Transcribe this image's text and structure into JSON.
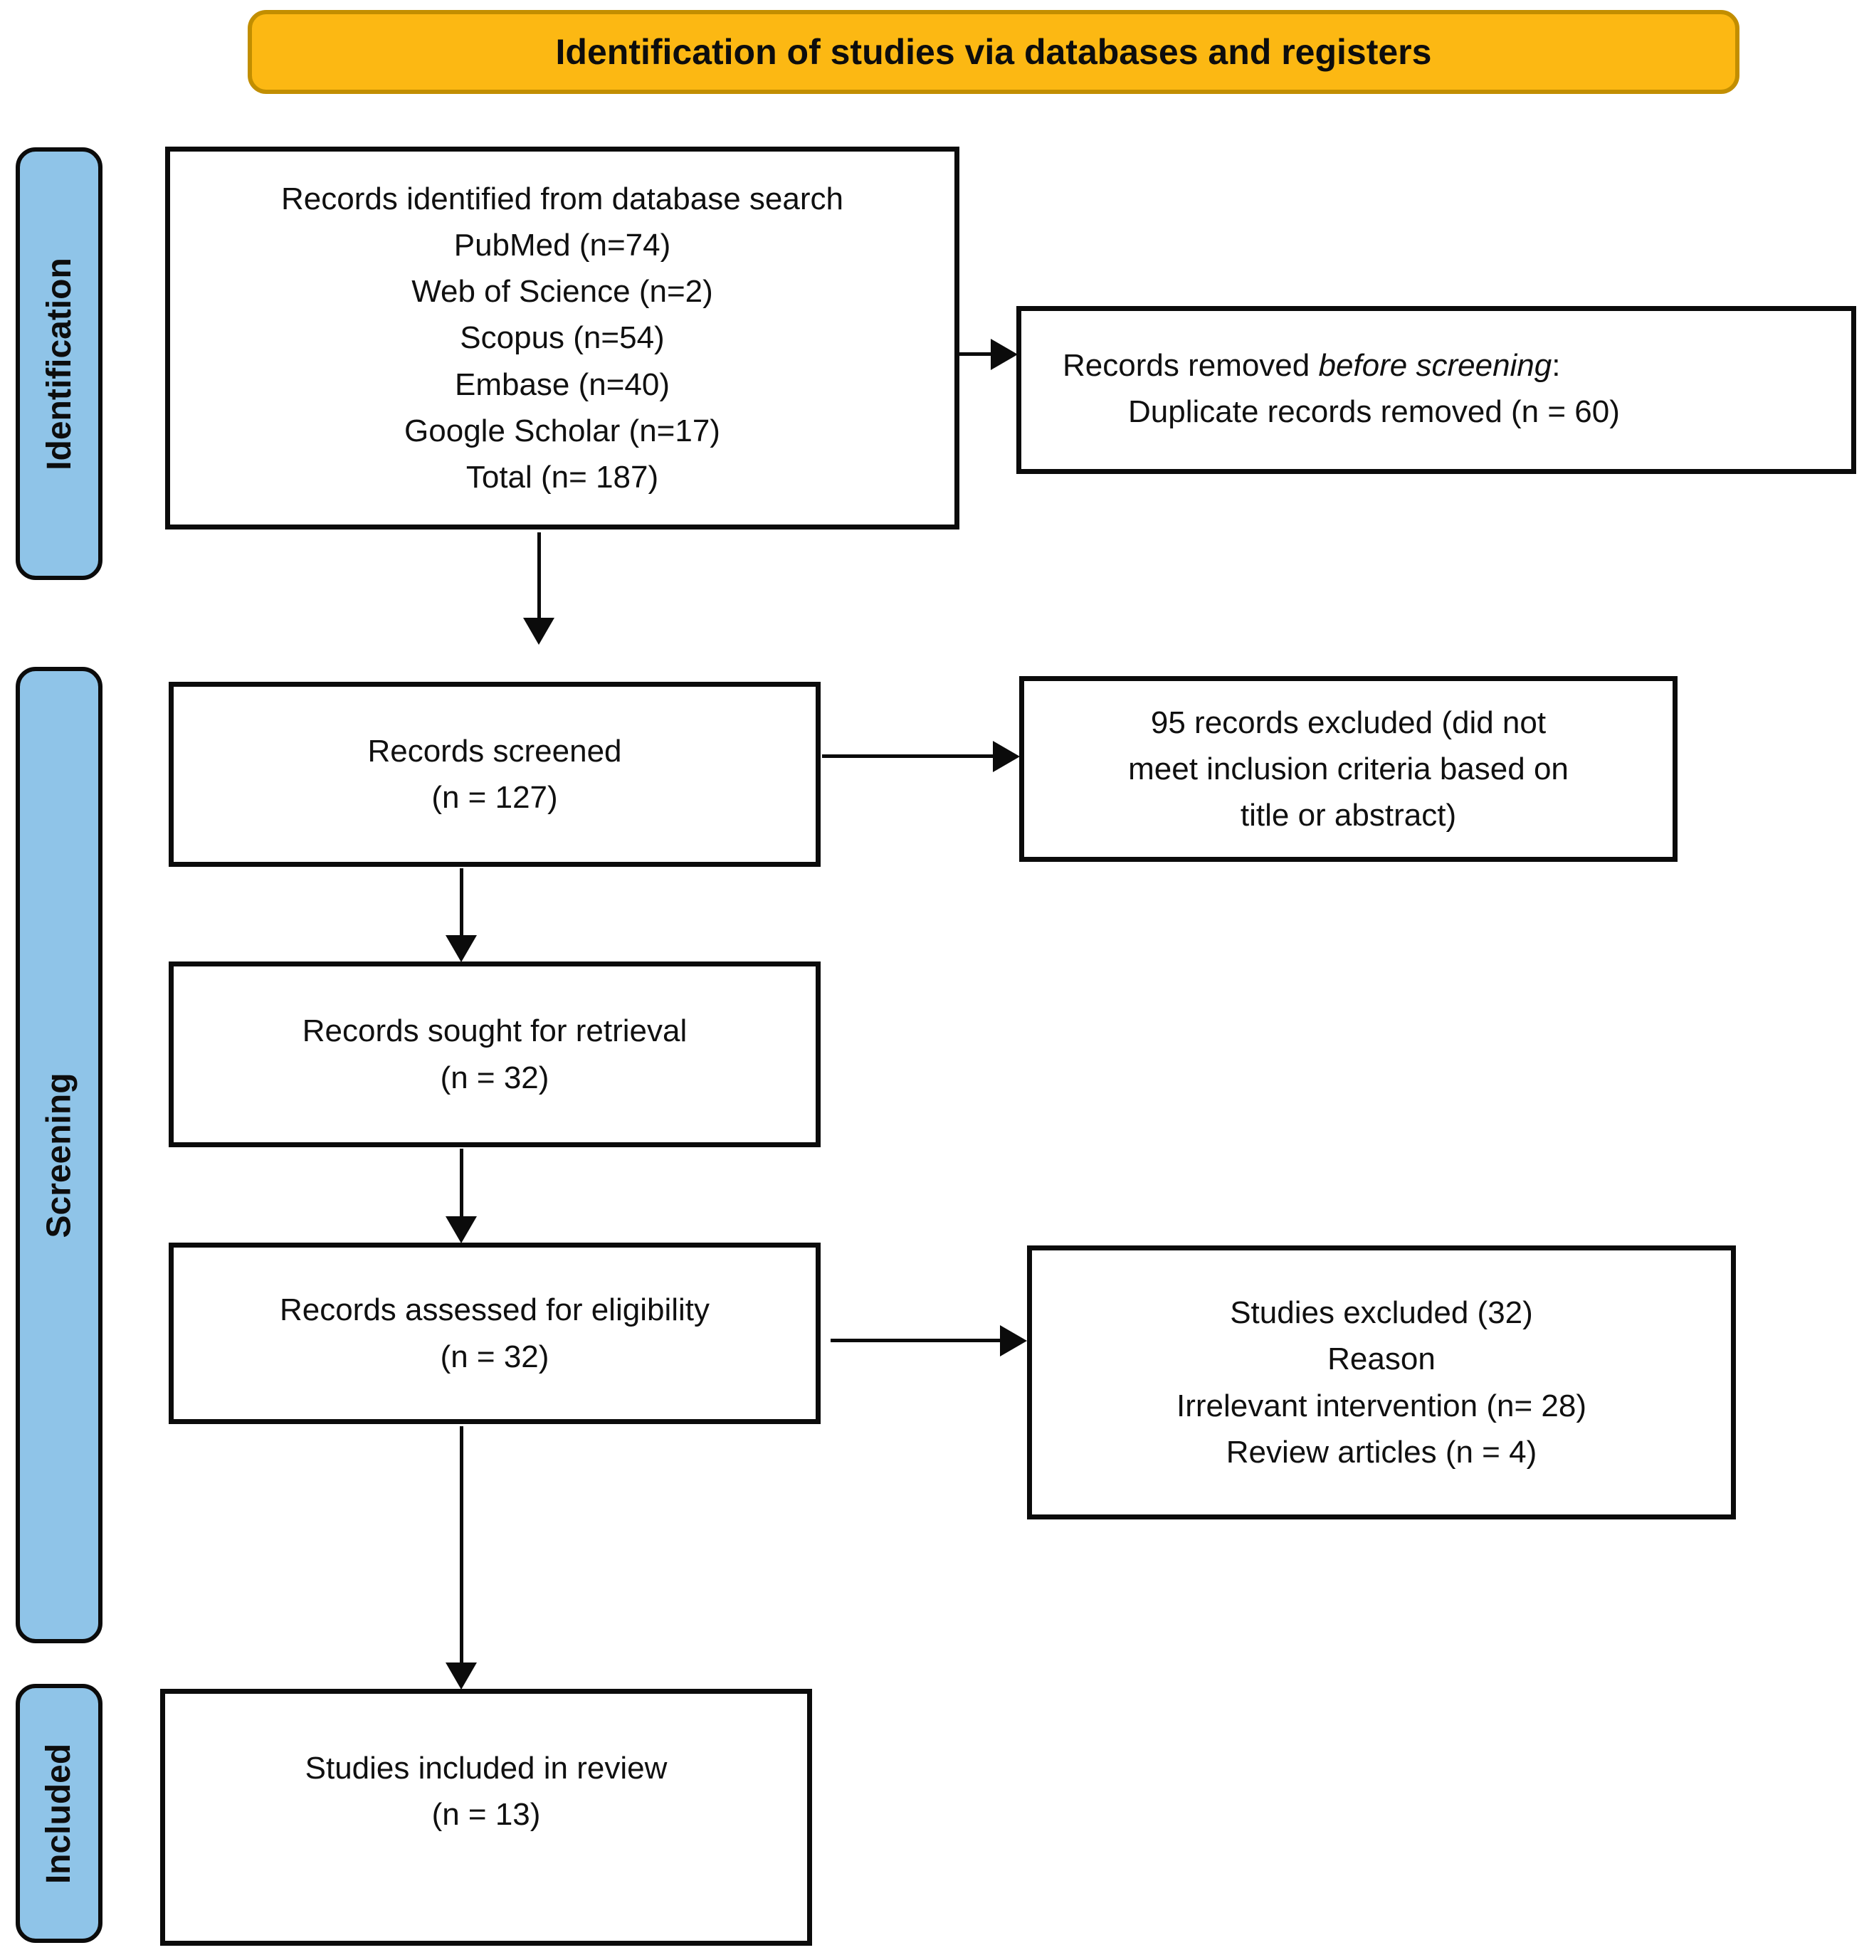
{
  "banner": {
    "title": "Identification of studies via databases and registers"
  },
  "sidebar": {
    "stages": [
      {
        "label": "Identification"
      },
      {
        "label": "Screening"
      },
      {
        "label": "Included"
      }
    ]
  },
  "colors": {
    "banner_fill": "#FCB813",
    "banner_border": "#C28E00",
    "stage_bar_fill": "#8FC4E8",
    "box_border": "#0B0B0B",
    "background": "#FFFFFF"
  },
  "boxes": {
    "identified": {
      "text": "Records identified from database search\nPubMed (n=74)\nWeb of Science (n=2)\nScopus (n=54)\nEmbase (n=40)\nGoogle Scholar (n=17)\nTotal (n= 187)"
    },
    "removed": {
      "prefix": "Records removed ",
      "italic": "before screening",
      "suffix": ":",
      "detail": "Duplicate records removed (n = 60)"
    },
    "screened": {
      "text": "Records screened\n(n = 127)"
    },
    "excluded_screening": {
      "text": "95 records excluded (did not\nmeet inclusion criteria based on\ntitle or abstract)"
    },
    "sought": {
      "text": "Records sought for retrieval\n(n = 32)"
    },
    "assessed": {
      "text": "Records assessed for eligibility\n(n = 32)"
    },
    "excluded_eligibility": {
      "text": "Studies excluded (32)\nReason\nIrrelevant intervention (n= 28)\nReview articles (n = 4)"
    },
    "included": {
      "text": "Studies included in review\n(n = 13)"
    }
  }
}
